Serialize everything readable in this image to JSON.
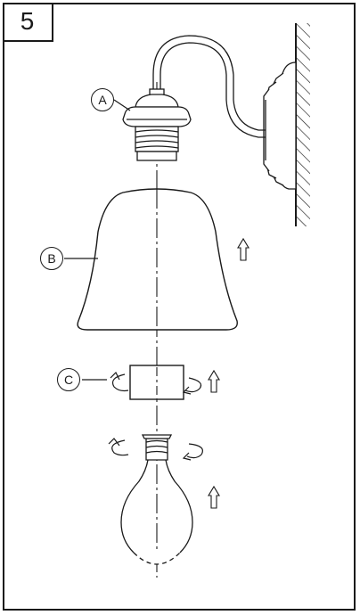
{
  "step": {
    "number": "5"
  },
  "parts": {
    "a": {
      "label": "A"
    },
    "b": {
      "label": "B"
    },
    "c": {
      "label": "C"
    }
  },
  "icons": [
    "up-arrow-icon",
    "rotate-icon"
  ],
  "colors": {
    "line": "#1a1a1a",
    "background": "#ffffff"
  }
}
